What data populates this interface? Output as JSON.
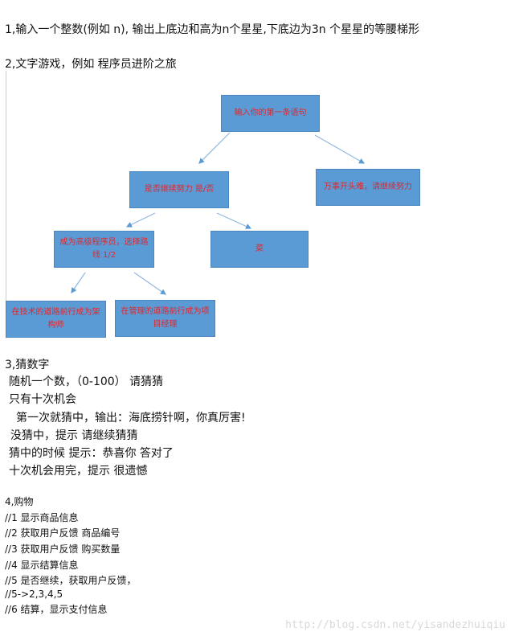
{
  "sections": {
    "s1": "1,输入一个整数(例如 n), 输出上底边和高为n个星星,下底边为3n 个星星的等腰梯形",
    "s2": "2,文字游戏，例如 程序员进阶之旅",
    "s3": {
      "title": "3,猜数字",
      "lines": [
        "随机一个数，（0-100） 请猜猜",
        "只有十次机会",
        "第一次就猜中，输出：海底捞针啊，你真厉害!",
        "没猜中，提示 请继续猜猜",
        "猜中的时候 提示：恭喜你 答对了",
        "十次机会用完，提示 很遗憾"
      ]
    },
    "s4": {
      "title": "4,购物",
      "lines": [
        "//1 显示商品信息",
        "//2 获取用户反馈 商品编号",
        "//3 获取用户反馈 购买数量",
        "//4 显示结算信息",
        "//5 是否继续，获取用户反馈，",
        "//5->2,3,4,5",
        "//6 结算，显示支付信息"
      ]
    }
  },
  "diagram": {
    "boxes": [
      "输入你的第一条语句",
      "是否继续努力 是/否",
      "万事开头难，请继续努力",
      "成为高级程序员，选择路线 1/2",
      "菜",
      "在技术的道路前行成为架构师",
      "在管理的道路前行成为项目经理"
    ]
  },
  "watermark": "http://blog.csdn.net/yisandezhuiqiu"
}
